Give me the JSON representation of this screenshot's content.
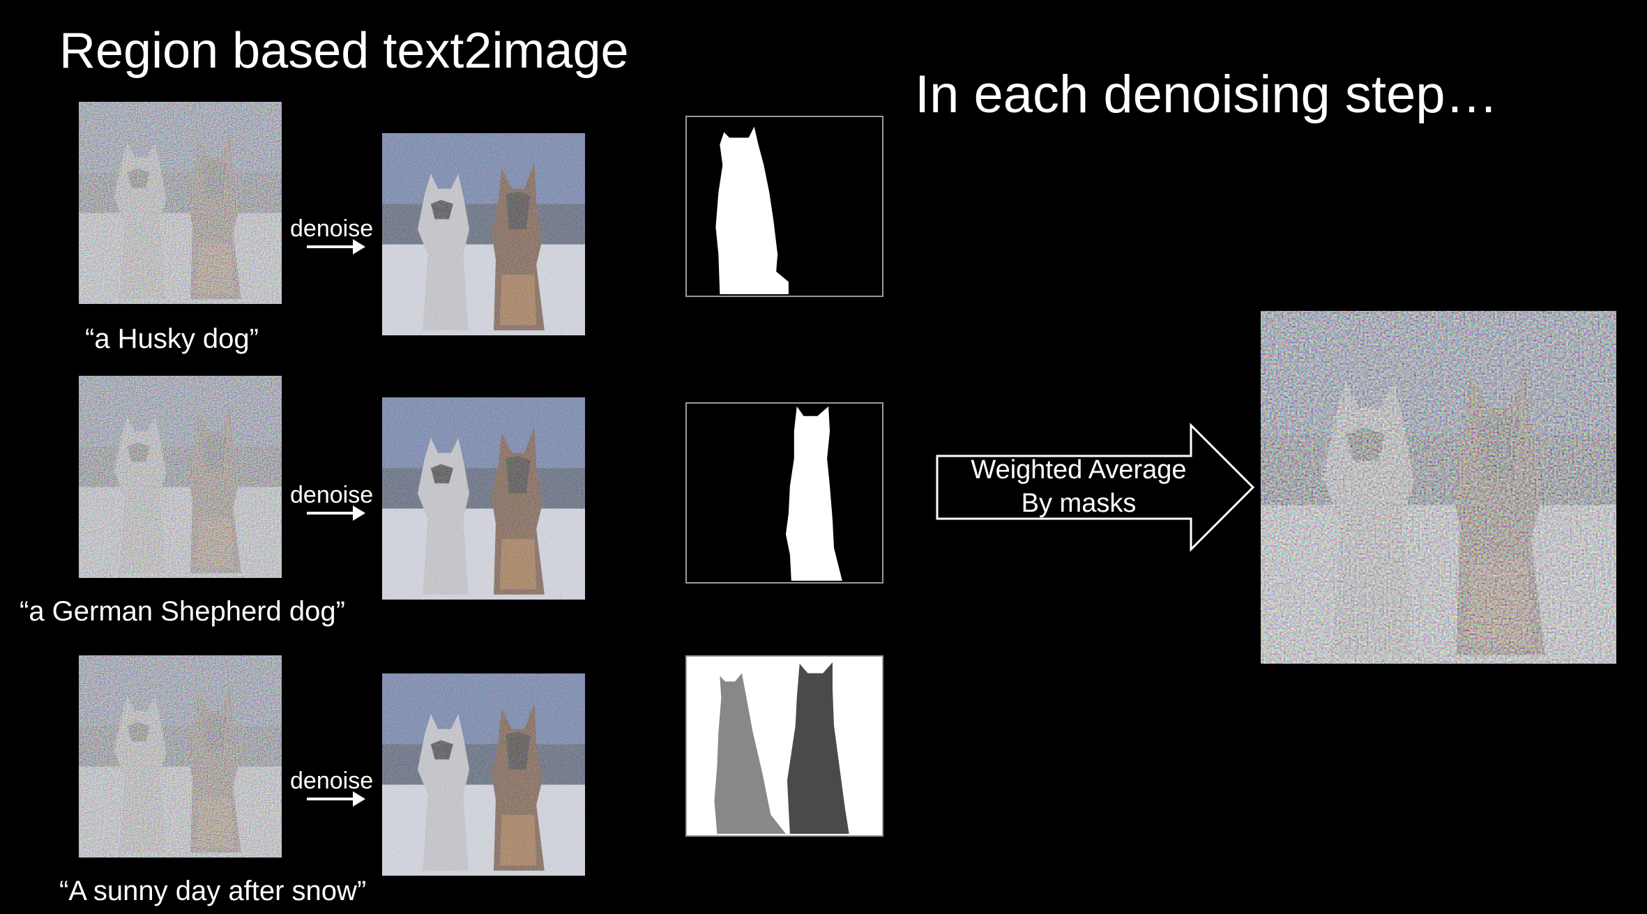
{
  "title": "Region based text2image",
  "subtitle": "In each denoising step…",
  "rows": [
    {
      "prompt": "“a Husky dog”",
      "arrow_label": "denoise"
    },
    {
      "prompt": "“a German Shepherd dog”",
      "arrow_label": "denoise"
    },
    {
      "prompt": "“A sunny day after snow”",
      "arrow_label": "denoise"
    }
  ],
  "merge_arrow": {
    "line1": "Weighted Average",
    "line2": "By masks"
  },
  "colors": {
    "background": "#000000",
    "text": "#ffffff",
    "mask_border": "#9a9a9a"
  }
}
